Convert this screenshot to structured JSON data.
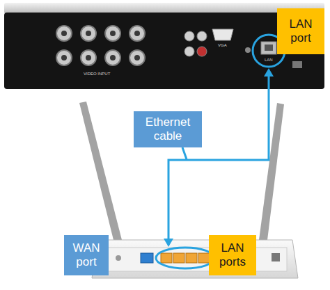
{
  "diagram": {
    "nodes": [
      {
        "text": [
          "LAN port"
        ]
      },
      {
        "text": [
          "Ethernet cable"
        ]
      },
      {
        "text": [
          "WAN port"
        ]
      },
      {
        "text": [
          "LAN ports"
        ]
      }
    ],
    "edges": [],
    "labels": [
      "VIDEO INPUT",
      "VGA",
      "LAN"
    ]
  }
}
